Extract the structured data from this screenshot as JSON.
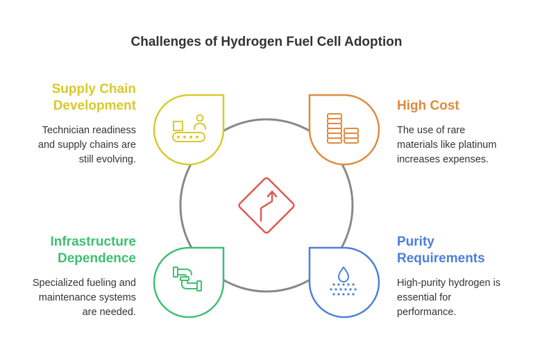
{
  "title": "Challenges of Hydrogen Fuel Cell Adoption",
  "colors": {
    "supply": "#d9c92b",
    "cost": "#e08a3c",
    "infra": "#3dbf73",
    "purity": "#4b7fdb",
    "center": "#dd5a52",
    "ring": "#888888"
  },
  "center_icon": "winding-road-sign-icon",
  "items": [
    {
      "key": "supply",
      "title_line1": "Supply Chain",
      "title_line2": "Development",
      "desc_line1": "Technician readiness",
      "desc_line2": "and supply chains are",
      "desc_line3": "still evolving.",
      "icon": "conveyor-worker-icon"
    },
    {
      "key": "cost",
      "title_line1": "High Cost",
      "desc_line1": "The use of rare",
      "desc_line2": "materials like platinum",
      "desc_line3": "increases expenses.",
      "icon": "coin-stacks-icon"
    },
    {
      "key": "infra",
      "title_line1": "Infrastructure",
      "title_line2": "Dependence",
      "desc_line1": "Specialized fueling and",
      "desc_line2": "maintenance systems",
      "desc_line3": "are needed.",
      "icon": "pipes-icon"
    },
    {
      "key": "purity",
      "title_line1": "Purity",
      "title_line2": "Requirements",
      "desc_line1": "High-purity hydrogen is",
      "desc_line2": "essential for",
      "desc_line3": "performance.",
      "icon": "droplet-spray-icon"
    }
  ]
}
